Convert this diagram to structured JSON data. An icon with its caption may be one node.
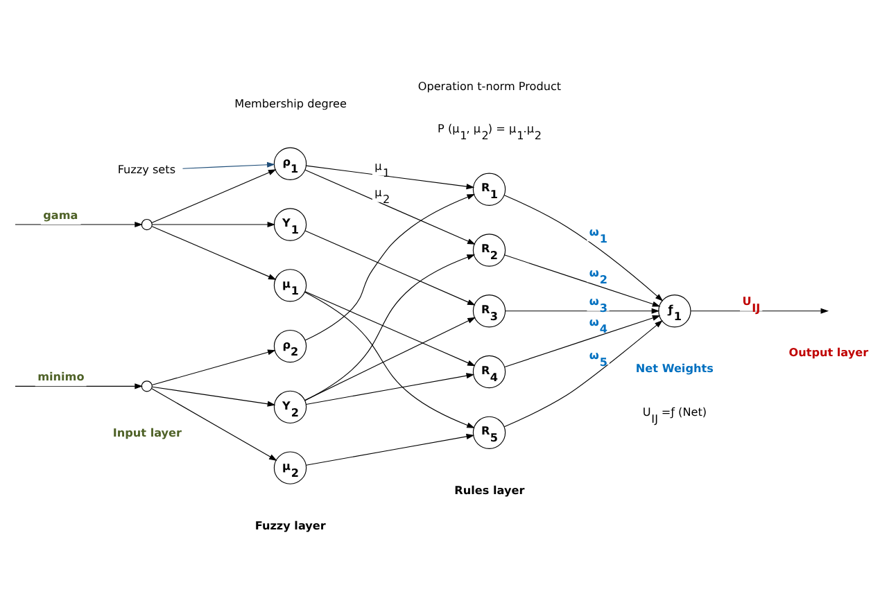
{
  "diagram": {
    "nodes": [
      {
        "text": [
          "Fuzzy sets"
        ]
      },
      {
        "text": [],
        "shape": "circle"
      },
      {
        "text": [],
        "shape": "circle"
      },
      {
        "text": [
          "ρ$_{1}$"
        ]
      },
      {
        "text": [
          "Υ$_{1}$"
        ]
      },
      {
        "text": [
          "μ$_{1}$"
        ]
      },
      {
        "text": [
          "ρ$_{2}$"
        ]
      },
      {
        "text": [
          "Υ$_{2}$"
        ]
      },
      {
        "text": [
          "μ$_{2}$"
        ]
      },
      {
        "text": [
          "R$_{1}$"
        ]
      },
      {
        "text": [
          "R$_{2}$"
        ]
      },
      {
        "text": [
          "R$_{3}$"
        ]
      },
      {
        "text": [
          "R$_{4}$"
        ]
      },
      {
        "text": [
          "R$_{5}$"
        ]
      },
      {
        "text": [
          "ƒ$_{1}$"
        ]
      }
    ],
    "edges": [
      {
        "from": null,
        "to": 1,
        "arrow": "to",
        "label": "gama"
      },
      {
        "from": null,
        "to": 2,
        "arrow": "to",
        "label": "minimo"
      },
      {
        "from": 0,
        "to": 3,
        "arrow": "to",
        "color": "#1f4e79"
      },
      {
        "from": 1,
        "to": 3,
        "arrow": "to"
      },
      {
        "from": 1,
        "to": 4,
        "arrow": "to"
      },
      {
        "from": 1,
        "to": 5,
        "arrow": "to"
      },
      {
        "from": 2,
        "to": 6,
        "arrow": "to"
      },
      {
        "from": 2,
        "to": 7,
        "arrow": "to"
      },
      {
        "from": 2,
        "to": 8,
        "arrow": "to"
      },
      {
        "from": 3,
        "to": 9,
        "arrow": "to",
        "label": "μ$_{1}$"
      },
      {
        "from": 3,
        "to": 10,
        "arrow": "to",
        "label": "μ$_{2}$"
      },
      {
        "from": 4,
        "to": 11,
        "arrow": "to"
      },
      {
        "from": 5,
        "to": 12,
        "arrow": "to"
      },
      {
        "from": 5,
        "to": 13,
        "arrow": "to"
      },
      {
        "from": 6,
        "to": 9,
        "arrow": "to"
      },
      {
        "from": 7,
        "to": 10,
        "arrow": "to"
      },
      {
        "from": 7,
        "to": 11,
        "arrow": "to"
      },
      {
        "from": 7,
        "to": 12,
        "arrow": "to"
      },
      {
        "from": 8,
        "to": 13,
        "arrow": "to"
      },
      {
        "from": 9,
        "to": 14,
        "arrow": "to",
        "label": "ω$_{1}$"
      },
      {
        "from": 10,
        "to": 14,
        "arrow": "to",
        "label": "ω$_{2}$"
      },
      {
        "from": 11,
        "to": 14,
        "arrow": "to",
        "label": "ω$_{3}$"
      },
      {
        "from": 12,
        "to": 14,
        "arrow": "to",
        "label": "ω$_{4}$"
      },
      {
        "from": 13,
        "to": 14,
        "arrow": "to",
        "label": "ω$_{5}$"
      },
      {
        "from": 14,
        "to": null,
        "arrow": "to",
        "label": "U$_{IJ}$"
      }
    ],
    "labels": [
      "Membership degree",
      "Operation t-norm Product",
      "P (μ$_{1}$, μ$_{2}$) = μ$_{1}$.μ$_{2}$",
      "U$_{IJ}$ =ƒ (Net)",
      "Input layer",
      "Fuzzy layer",
      "Rules layer",
      "Net Weights",
      "Output layer"
    ]
  }
}
